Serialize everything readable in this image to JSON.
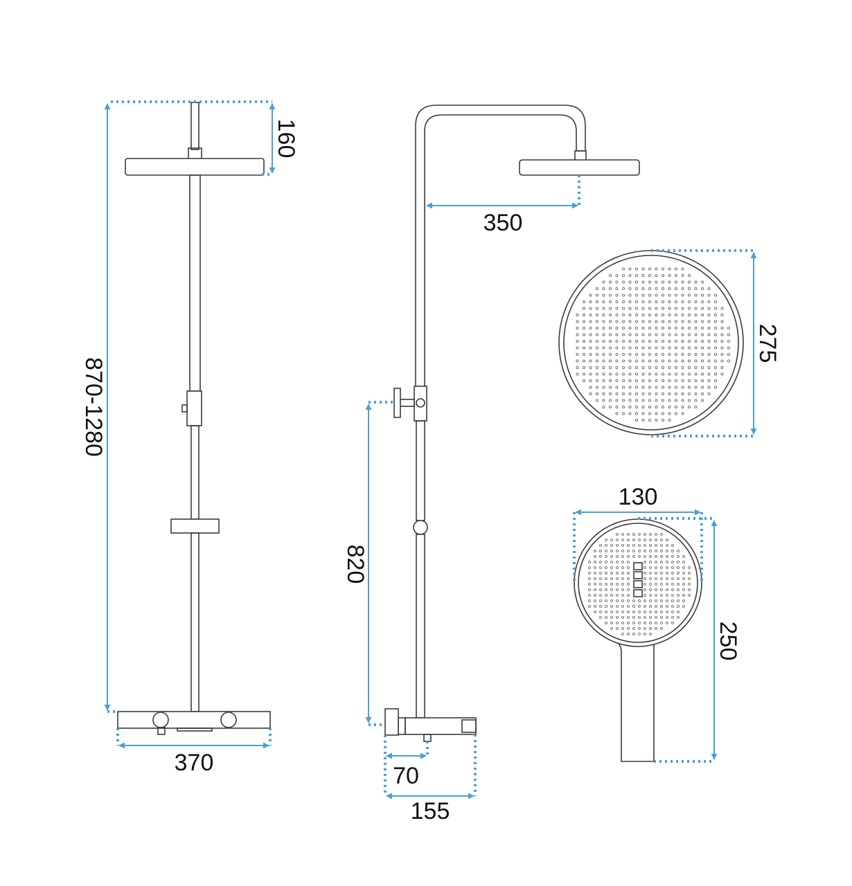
{
  "dimensions": {
    "head_drop": "160",
    "total_height": "870-1280",
    "mixer_width": "370",
    "arm_reach": "350",
    "valve_height": "820",
    "valve_depth": "70",
    "mixer_depth": "155",
    "head_diameter": "275",
    "hand_width": "130",
    "hand_length": "250"
  },
  "colors": {
    "dimension": "#4a9fd4",
    "outline": "#3a3a3a"
  }
}
